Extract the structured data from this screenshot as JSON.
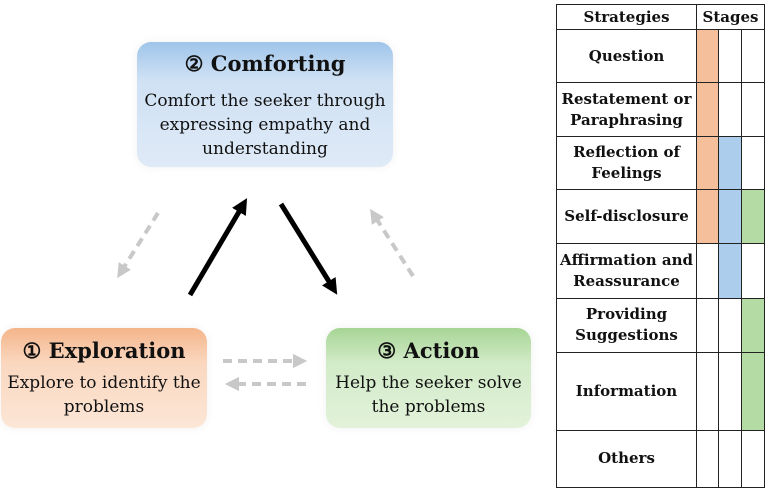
{
  "stages": {
    "comforting": {
      "title": "② Comforting",
      "description": "Comfort the seeker through expressing empathy and understanding",
      "color": "#9fc5ea"
    },
    "exploration": {
      "title": "① Exploration",
      "description": "Explore to identify the problems",
      "color": "#f4b48a"
    },
    "action": {
      "title": "③ Action",
      "description": "Help the seeker solve the problems",
      "color": "#a7d595"
    }
  },
  "table": {
    "header_strategies": "Strategies",
    "header_stages": "Stages",
    "rows": [
      {
        "name": "Question",
        "stages": [
          "exploration"
        ]
      },
      {
        "name": "Restatement or Paraphrasing",
        "stages": [
          "exploration"
        ]
      },
      {
        "name": "Reflection of Feelings",
        "stages": [
          "exploration",
          "comforting"
        ]
      },
      {
        "name": "Self-disclosure",
        "stages": [
          "exploration",
          "comforting",
          "action"
        ]
      },
      {
        "name": "Affirmation and Reassurance",
        "stages": [
          "comforting"
        ]
      },
      {
        "name": "Providing Suggestions",
        "stages": [
          "action"
        ]
      },
      {
        "name": "Information",
        "stages": [
          "action"
        ]
      },
      {
        "name": "Others",
        "stages": []
      }
    ]
  }
}
